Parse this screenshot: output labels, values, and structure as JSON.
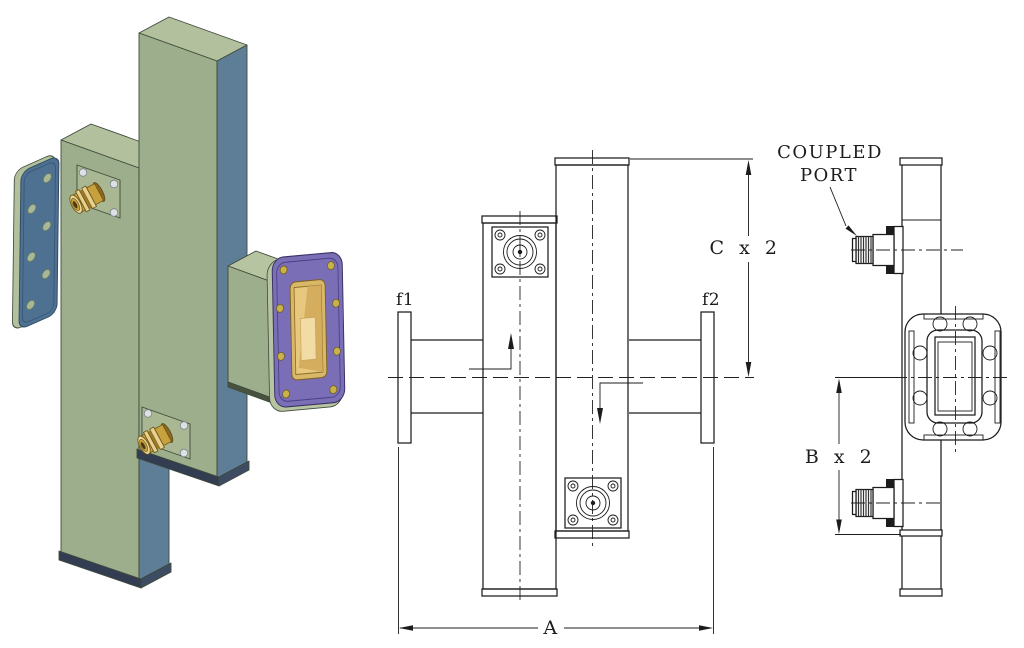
{
  "front_view": {
    "port_label_left": "f1",
    "port_label_right": "f2",
    "dim_vertical": "C x 2",
    "dim_width": "A"
  },
  "side_view": {
    "callout_line1": "COUPLED",
    "callout_line2": "PORT",
    "dim_vertical": "B x 2"
  },
  "iso_model": {
    "colors": {
      "body_front": "#9cae8b",
      "body_top": "#b2c09e",
      "body_side": "#5e7e98",
      "end_cap": "#323d52",
      "flange_left_face": "#4e7191",
      "flange_right_face": "#7a6fb6",
      "aperture_gold": "#e8c77f",
      "connector_brass": "#c6a13d",
      "bolt_silver": "#dde1e4",
      "plate_sage": "#a9b793"
    }
  },
  "drawing": {
    "line_color": "#1c1c1c",
    "background": "#ffffff"
  }
}
